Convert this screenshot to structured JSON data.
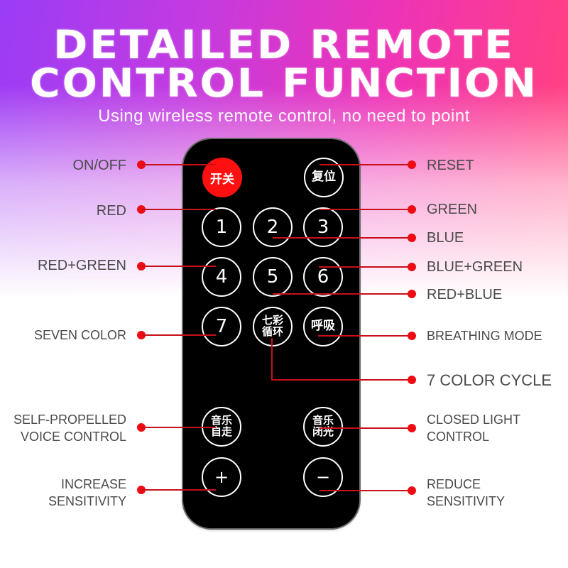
{
  "header": {
    "title_line1": "DETAILED REMOTE",
    "title_line2": "CONTROL FUNCTION",
    "subtitle": "Using wireless remote control, no need to point"
  },
  "colors": {
    "gradient_left": "#9a3cf6",
    "gradient_right": "#ff4f80",
    "remote_body": "#000000",
    "power_button": "#ff1010",
    "connector": "#c8101a",
    "label_text": "#4a4a4a"
  },
  "remote": {
    "buttons": [
      {
        "id": "power",
        "label": "开关"
      },
      {
        "id": "reset",
        "label": "复位"
      },
      {
        "id": "b1",
        "label": "1"
      },
      {
        "id": "b2",
        "label": "2"
      },
      {
        "id": "b3",
        "label": "3"
      },
      {
        "id": "b4",
        "label": "4"
      },
      {
        "id": "b5",
        "label": "5"
      },
      {
        "id": "b6",
        "label": "6"
      },
      {
        "id": "b7",
        "label": "7"
      },
      {
        "id": "cycle",
        "label_line1": "七彩",
        "label_line2": "循环"
      },
      {
        "id": "breath",
        "label": "呼吸"
      },
      {
        "id": "music_self",
        "label_line1": "音乐",
        "label_line2": "自走"
      },
      {
        "id": "music_close",
        "label_line1": "音乐",
        "label_line2": "闭光"
      },
      {
        "id": "plus",
        "label": "+"
      },
      {
        "id": "minus",
        "label": "−"
      }
    ]
  },
  "labels": {
    "left": {
      "on_off": "ON/OFF",
      "red": "RED",
      "red_green": "RED+GREEN",
      "seven_color": "SEVEN COLOR",
      "self_propelled_1": "SELF-PROPELLED",
      "self_propelled_2": "VOICE CONTROL",
      "increase_1": "INCREASE",
      "increase_2": "SENSITIVITY"
    },
    "right": {
      "reset": "RESET",
      "green": "GREEN",
      "blue": "BLUE",
      "blue_green": "BLUE+GREEN",
      "red_blue": "RED+BLUE",
      "breathing": "BREATHING MODE",
      "color_cycle": "7 COLOR CYCLE",
      "closed_light_1": "CLOSED LIGHT",
      "closed_light_2": "CONTROL",
      "reduce_1": "REDUCE",
      "reduce_2": "SENSITIVITY"
    }
  }
}
